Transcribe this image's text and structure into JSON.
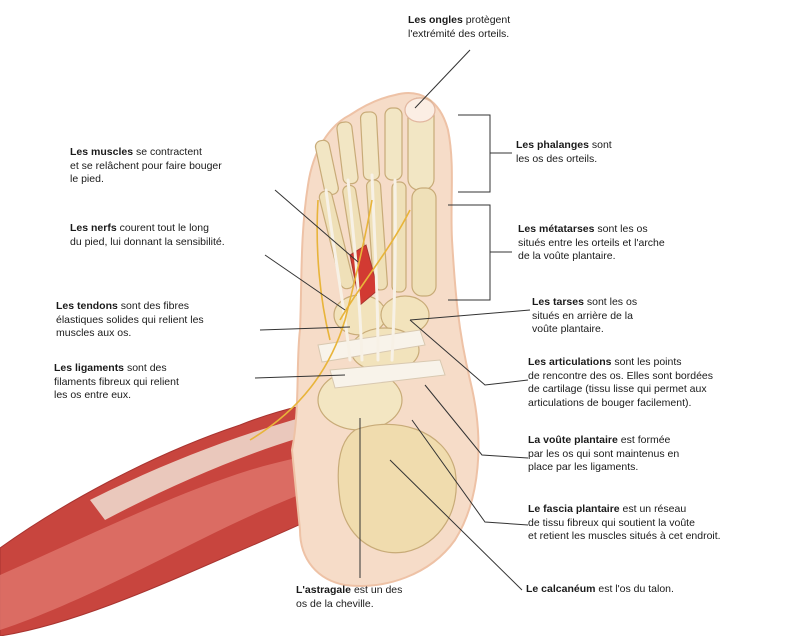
{
  "colors": {
    "skin": "#f6dcc8",
    "skin_edge": "#eec2a6",
    "bone": "#f2e6c4",
    "bone_edge": "#d8c08c",
    "muscle": "#d23a32",
    "muscle_light": "#ef8a7e",
    "tendon": "#f7f1e6",
    "nerve": "#e8b43a",
    "leader": "#333333"
  },
  "labels": {
    "ongles": {
      "bold": "Les ongles",
      "rest1": " protègent",
      "line2": "l'extrémité des orteils."
    },
    "muscles": {
      "bold": "Les muscles",
      "rest1": "  se contractent",
      "line2": "et se relâchent pour faire bouger",
      "line3": "le pied."
    },
    "nerfs": {
      "bold": "Les nerfs",
      "rest1": " courent tout le long",
      "line2": "du pied, lui donnant la sensibilité."
    },
    "tendons": {
      "bold": "Les tendons",
      "rest1": " sont des fibres",
      "line2": "élastiques solides qui relient les",
      "line3": "muscles aux os."
    },
    "ligaments": {
      "bold": "Les ligaments",
      "rest1": " sont des",
      "line2": "filaments fibreux qui relient",
      "line3": "les os entre eux."
    },
    "astragale": {
      "bold": "L'astragale",
      "rest1": " est un des",
      "line2": "os de la cheville."
    },
    "phalanges": {
      "bold": "Les phalanges",
      "rest1": " sont",
      "line2": "les os des orteils."
    },
    "metatarses": {
      "bold": "Les métatarses",
      "rest1": " sont les os",
      "line2": "situés entre les orteils et l'arche",
      "line3": "de la voûte plantaire."
    },
    "tarses": {
      "bold": "Les tarses",
      "rest1": " sont les os",
      "line2": "situés en arrière de la",
      "line3": "voûte plantaire."
    },
    "articulations": {
      "bold": "Les articulations",
      "rest1": " sont les points",
      "line2": "de rencontre des os. Elles sont bordées",
      "line3": "de cartilage (tissu lisse qui permet aux",
      "line4": "articulations de bouger facilement)."
    },
    "voute": {
      "bold": "La voûte plantaire",
      "rest1": " est formée",
      "line2": "par les os qui sont maintenus en",
      "line3": "place par les ligaments."
    },
    "fascia": {
      "bold": "Le fascia plantaire",
      "rest1": " est un réseau",
      "line2": "de tissu fibreux qui soutient la voûte",
      "line3": "et retient les muscles situés à cet endroit."
    },
    "calcaneum": {
      "bold": "Le calcanéum",
      "rest1": " est l'os du talon."
    }
  }
}
